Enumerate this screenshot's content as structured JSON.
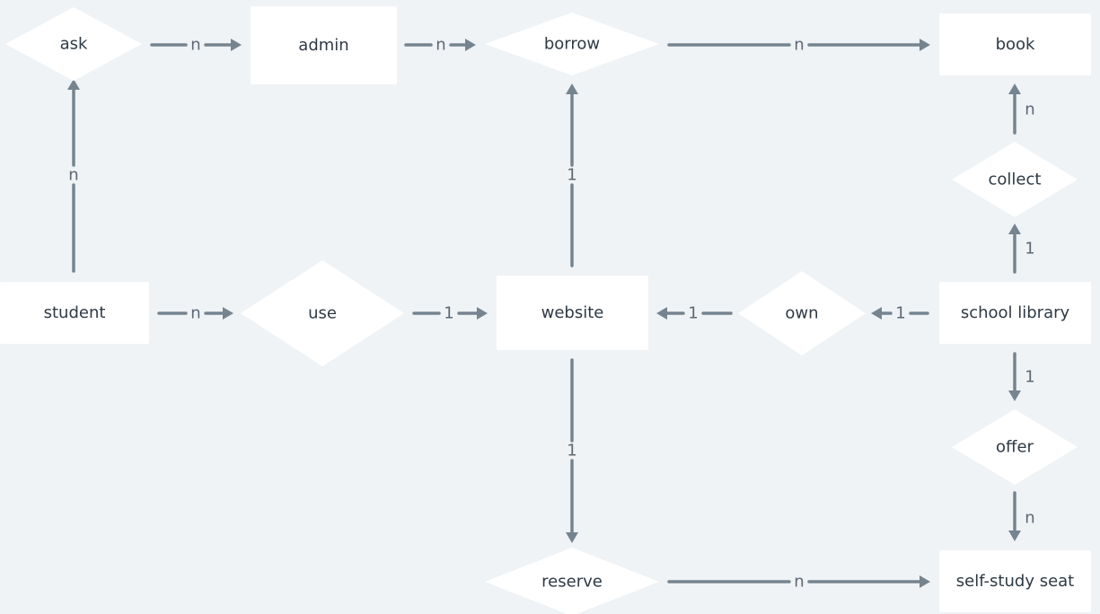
{
  "diagram": {
    "entities": [
      {
        "id": "admin",
        "label": "admin"
      },
      {
        "id": "book",
        "label": "book"
      },
      {
        "id": "student",
        "label": "student"
      },
      {
        "id": "website",
        "label": "website"
      },
      {
        "id": "school_library",
        "label": "school library"
      },
      {
        "id": "self_study_seat",
        "label": "self-study seat"
      }
    ],
    "relationships": [
      {
        "id": "ask",
        "label": "ask"
      },
      {
        "id": "borrow",
        "label": "borrow"
      },
      {
        "id": "collect",
        "label": "collect"
      },
      {
        "id": "use",
        "label": "use"
      },
      {
        "id": "own",
        "label": "own"
      },
      {
        "id": "offer",
        "label": "offer"
      },
      {
        "id": "reserve",
        "label": "reserve"
      }
    ],
    "edges": [
      {
        "from": "ask",
        "to": "admin",
        "card": "n"
      },
      {
        "from": "admin",
        "to": "borrow",
        "card": "n"
      },
      {
        "from": "borrow",
        "to": "book",
        "card": "n"
      },
      {
        "from": "student",
        "to": "ask",
        "card": "n"
      },
      {
        "from": "website",
        "to": "borrow",
        "card": "1"
      },
      {
        "from": "collect",
        "to": "book",
        "card": "n"
      },
      {
        "from": "school_library",
        "to": "collect",
        "card": "1"
      },
      {
        "from": "student",
        "to": "use",
        "card": "n"
      },
      {
        "from": "use",
        "to": "website",
        "card": "1"
      },
      {
        "from": "own",
        "to": "website",
        "card": "1"
      },
      {
        "from": "school_library",
        "to": "own",
        "card": "1"
      },
      {
        "from": "school_library",
        "to": "offer",
        "card": "1"
      },
      {
        "from": "offer",
        "to": "self_study_seat",
        "card": "n"
      },
      {
        "from": "website",
        "to": "reserve",
        "card": "1"
      },
      {
        "from": "reserve",
        "to": "self_study_seat",
        "card": "n"
      }
    ]
  },
  "colors": {
    "background": "#eff3f6",
    "node_fill": "#ffffff",
    "edge": "#76848f",
    "text": "#2e3a45",
    "cardinality_text": "#5c6773"
  }
}
